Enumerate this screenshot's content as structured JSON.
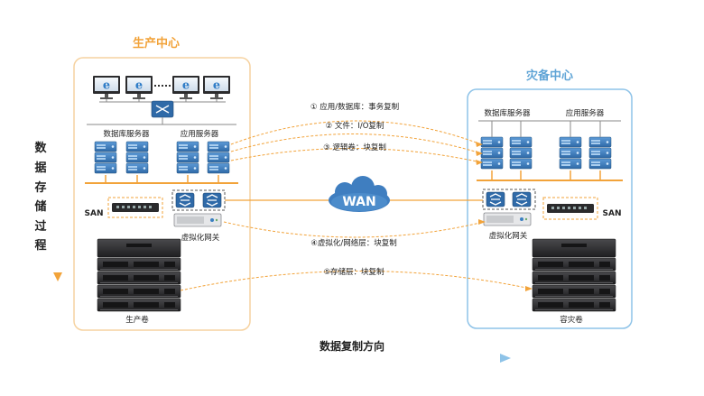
{
  "left_site": {
    "title": "生产中心",
    "db_server_label": "数据库服务器",
    "app_server_label": "应用服务器",
    "san_label": "SAN",
    "virt_gateway_label": "虚拟化网关",
    "volume_label": "生产卷"
  },
  "right_site": {
    "title": "灾备中心",
    "db_server_label": "数据库服务器",
    "app_server_label": "应用服务器",
    "san_label": "SAN",
    "virt_gateway_label": "虚拟化网关",
    "volume_label": "容灾卷"
  },
  "wan_label": "WAN",
  "replication_layers": [
    "① 应用/数据库：事务复制",
    "② 文件：I/O复制",
    "③ 逻辑卷：块复制",
    "④虚拟化/网络层：块复制",
    "⑤存储层：块复制"
  ],
  "storage_process_label": [
    "数",
    "据",
    "存",
    "储",
    "过",
    "程"
  ],
  "direction_label": "数据复制方向",
  "colors": {
    "orange": "#F2A33A",
    "blue": "#7DB6DE",
    "server_blue": "#3F7EC0",
    "dark_storage": "#2E2E30"
  }
}
